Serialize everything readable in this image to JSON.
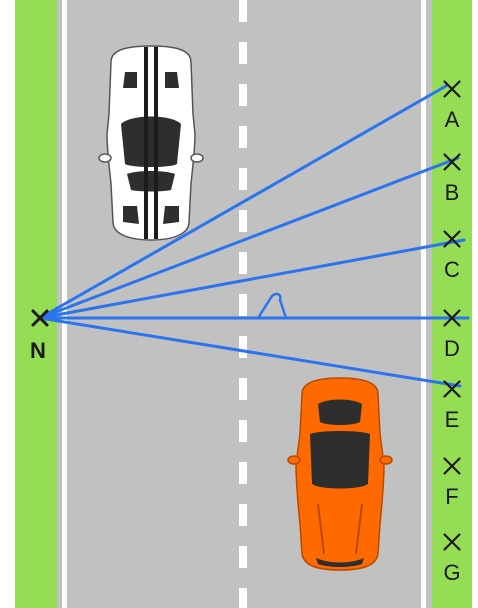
{
  "colors": {
    "grass": "#95dd55",
    "road": "#c1c1c1",
    "road_edge_line": "#ffffff",
    "lane_dash": "#ffffff",
    "sight_line": "#2b74ee",
    "marker": "#1a1a1a",
    "white_car_body": "#ffffff",
    "white_car_stripe": "#1c1c1c",
    "orange_car_body": "#ff6a00",
    "car_glass": "#2e2e2e"
  },
  "observer": {
    "label": "N",
    "icon": "cross-marker-icon"
  },
  "points": [
    {
      "label": "A",
      "icon": "cross-marker-icon",
      "sight_line": true
    },
    {
      "label": "B",
      "icon": "cross-marker-icon",
      "sight_line": true
    },
    {
      "label": "C",
      "icon": "cross-marker-icon",
      "sight_line": true
    },
    {
      "label": "D",
      "icon": "cross-marker-icon",
      "sight_line": true
    },
    {
      "label": "E",
      "icon": "cross-marker-icon",
      "sight_line": true
    },
    {
      "label": "F",
      "icon": "cross-marker-icon",
      "sight_line": false
    },
    {
      "label": "G",
      "icon": "cross-marker-icon",
      "sight_line": false
    }
  ],
  "vehicles": [
    {
      "name": "white-race-car",
      "color": "white-with-black-stripes",
      "direction": "up"
    },
    {
      "name": "orange-sports-car",
      "color": "orange",
      "direction": "down"
    }
  ]
}
